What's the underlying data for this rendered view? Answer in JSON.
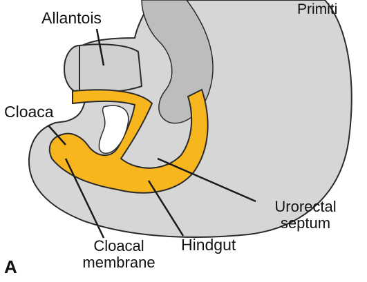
{
  "labels": {
    "allantois": "Allantois",
    "primitive": "Primiti",
    "cloaca": "Cloaca",
    "urorectal_line1": "Urorectal",
    "urorectal_line2": "septum",
    "cloacal_line1": "Cloacal",
    "cloacal_line2": "membrane",
    "hindgut": "Hindgut",
    "panel": "A"
  },
  "colors": {
    "background": "#ffffff",
    "tissue_gray": "#d3d3d3",
    "tissue_dark_gray": "#b8b8b8",
    "outline": "#2a2a2a",
    "endoderm_yellow": "#f7b51e",
    "leader_line": "#1a1a1a"
  }
}
